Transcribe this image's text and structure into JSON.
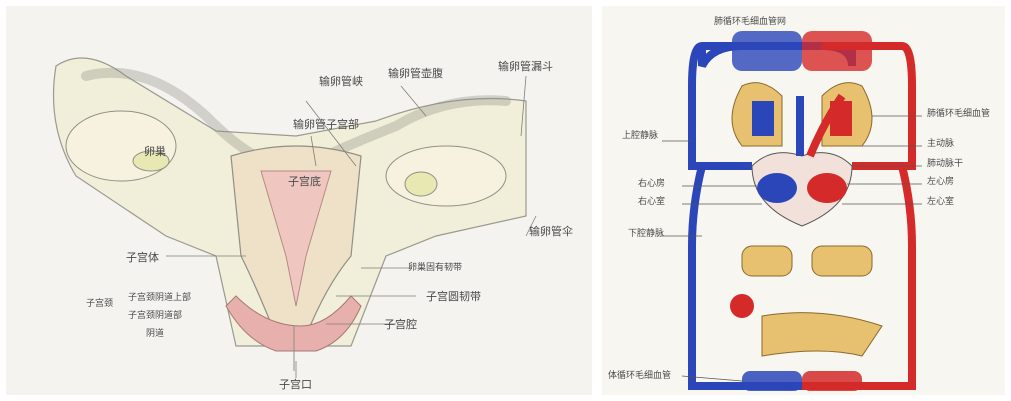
{
  "left_diagram": {
    "labels": {
      "fallopian_tube_isthmus": "输卵管峡",
      "fallopian_tube_ampulla": "输卵管壶腹",
      "fallopian_tube_infundibulum": "输卵管漏斗",
      "fallopian_tube_uterine_part": "输卵管子宫部",
      "ovary": "卵巢",
      "uterine_fundus": "子宫底",
      "uterine_body": "子宫体",
      "ovarian_ligament": "卵巢固有韧带",
      "uterine_round_ligament": "子宫圆韧带",
      "uterine_cervix": "子宫颈",
      "cervix_supravaginal": "子宫颈阴道上部",
      "cervix_vaginal": "子宫颈阴道部",
      "vagina": "阴道",
      "uterine_cavity": "子宫腔",
      "fimbriae": "输卵管伞",
      "uterine_os": "子宫口"
    }
  },
  "right_diagram": {
    "labels": {
      "pulmonary_capillary_top": "肺循环毛细血管网",
      "lung_capillary_net": "肺循环毛细血管",
      "superior_vena_cava": "上腔静脉",
      "aorta": "主动脉",
      "pulmonary_artery": "肺动脉干",
      "left_atrium": "左心房",
      "right_atrium": "右心房",
      "right_ventricle": "右心室",
      "left_ventricle": "左心室",
      "inferior_vena_cava": "下腔静脉",
      "systemic_capillary_bottom": "体循环毛细血管"
    },
    "colors": {
      "vein": "#2b46b8",
      "artery": "#d42a2a"
    }
  }
}
